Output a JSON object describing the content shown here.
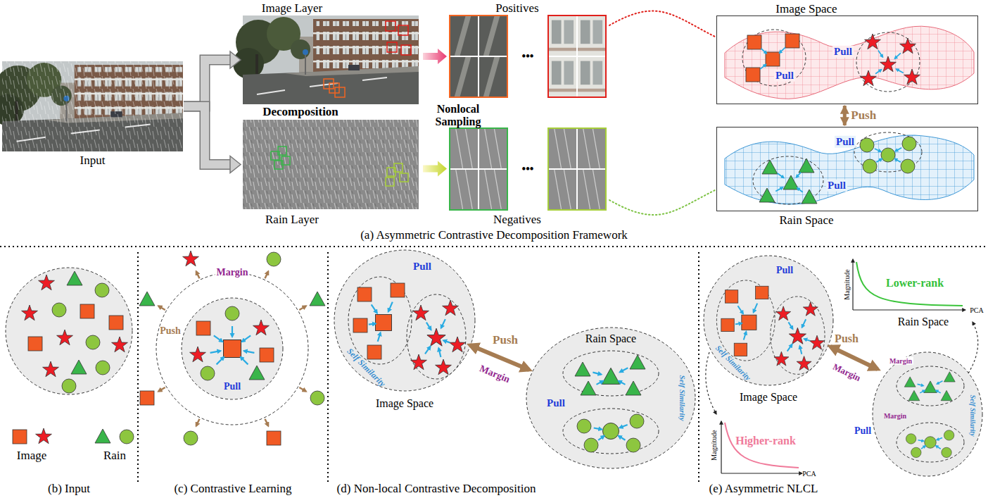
{
  "diagram": {
    "nodes": [
      {
        "text": [
          "Input"
        ]
      },
      {
        "text": [
          "Image Layer"
        ]
      },
      {
        "text": [
          "Rain Layer"
        ]
      },
      {
        "text": [
          "Positives",
          "•••"
        ]
      },
      {
        "text": [
          "•••",
          "Negatives"
        ]
      },
      {
        "text": [
          "Image Space",
          "Pull",
          "Pull"
        ]
      },
      {
        "text": [
          "Pull",
          "Pull",
          "Rain Space"
        ]
      }
    ],
    "edges": [
      {
        "from": 0,
        "to": 1,
        "arrow": "to"
      },
      {
        "from": 0,
        "to": 2,
        "arrow": "to"
      },
      {
        "from": 1,
        "to": 3,
        "arrow": "to"
      },
      {
        "from": 2,
        "to": 4,
        "arrow": "to"
      },
      {
        "from": 5,
        "to": 6,
        "label": "Push",
        "arrow": "both"
      },
      {
        "from": 3,
        "to": 5,
        "arrow": "none"
      },
      {
        "from": 4,
        "to": 6,
        "arrow": "none"
      }
    ],
    "labels": [
      "Decomposition",
      "Nonlocal Sampling",
      "(a) Asymmetric Contrastive Decomposition Framework",
      "(b) Input",
      "Margin",
      "Push",
      "Pull",
      "(c) Contrastive Learning",
      "Pull",
      "Push",
      "Rain Space",
      "Self Similarity",
      "Margin",
      "Pull",
      "Self Similarity",
      "Image Space",
      "(d) Non-local Contrastive Decomposition",
      "Pull",
      "Magnitude",
      "Lower-rank",
      "PCA",
      "Rain Space",
      "Push",
      "Margin",
      "Self Similarity",
      "Margin",
      "Image Space",
      "Margin",
      "Self Similarity",
      "Pull",
      "Magnitude",
      "Higher-rank",
      "PCA",
      "(e) Asymmetric NLCL"
    ],
    "legend": [
      {
        "text": "Image"
      },
      {
        "text": "Rain"
      }
    ]
  }
}
